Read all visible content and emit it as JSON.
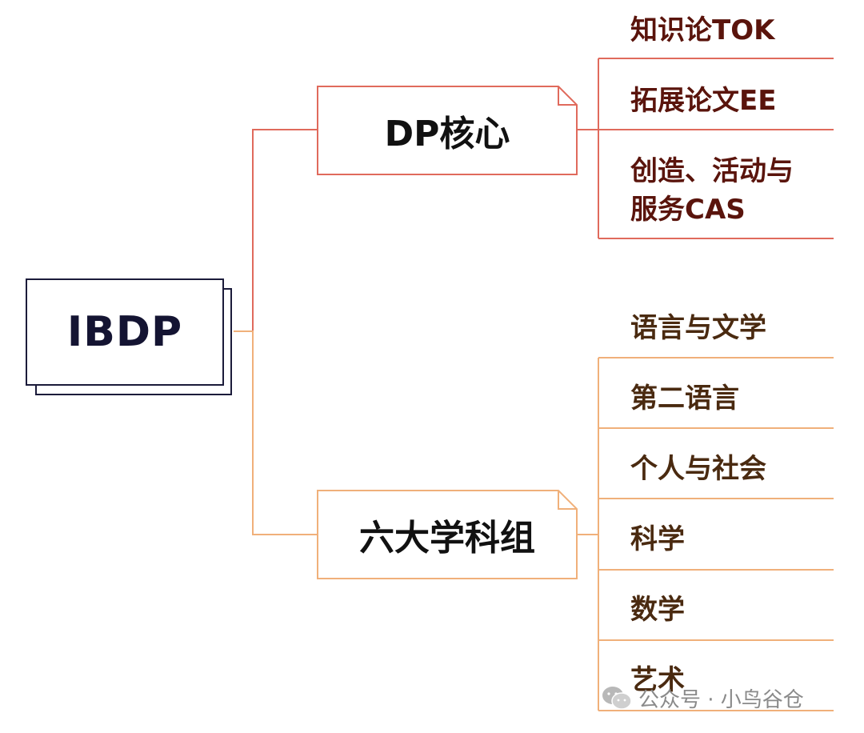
{
  "root": {
    "label": "IBDP"
  },
  "branches": [
    {
      "label": "DP核心",
      "color": "#e06a5c",
      "items": [
        "知识论TOK",
        "拓展论文EE",
        "创造、活动与",
        "服务CAS"
      ]
    },
    {
      "label": "六大学科组",
      "color": "#f0b07a",
      "items": [
        "语言与文学",
        "第二语言",
        "个人与社会",
        "科学",
        "数学",
        "艺术"
      ]
    }
  ],
  "watermark": {
    "text": "公众号 · 小鸟谷仓",
    "icon": "wechat-icon"
  }
}
